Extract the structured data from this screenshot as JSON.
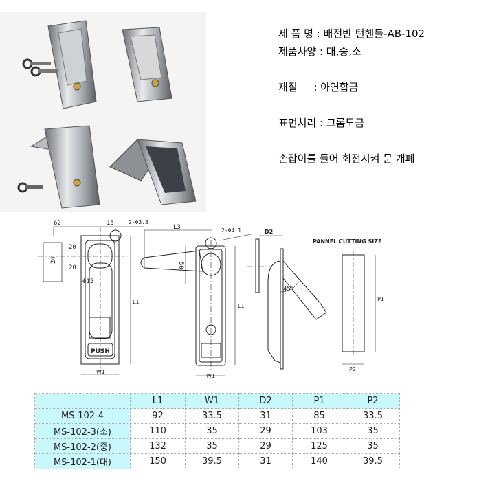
{
  "spec": {
    "product_name": "제 품 명 : 배전반 턴핸들-AB-102",
    "sizes": "제품사양 : 대,중,소",
    "material": "재질     : 아연합금",
    "finish": "표면처리 : 크롬도금",
    "usage": "손잡이를 들어 회전시켜 문 개폐"
  },
  "drawing": {
    "dim_62": "62",
    "dim_15": "15",
    "hole_33": "2-Φ3.3",
    "dim_24": "24",
    "dim_20a": "20",
    "dim_20b": "20",
    "dia_15": "Φ15",
    "l1_front": "L1",
    "w1_front": "W1",
    "push": "PUSH",
    "l3": "L3",
    "hole_41": "2-Φ4.1",
    "dim_50": "50",
    "l1_side": "L1",
    "w1_side": "W1",
    "d2": "D2",
    "angle": "45°",
    "panel_title": "PANNEL CUTTING SIZE",
    "p1": "P1",
    "p2": "P2"
  },
  "table": {
    "headers": [
      "",
      "L1",
      "W1",
      "D2",
      "P1",
      "P2"
    ],
    "rows": [
      [
        "MS-102-4",
        "92",
        "33.5",
        "31",
        "85",
        "33.5"
      ],
      [
        "MS-102-3(소)",
        "110",
        "35",
        "29",
        "103",
        "35"
      ],
      [
        "MS-102-2(중)",
        "132",
        "35",
        "29",
        "125",
        "35"
      ],
      [
        "MS-102-1(대)",
        "150",
        "39.5",
        "31",
        "140",
        "39.5"
      ]
    ]
  }
}
